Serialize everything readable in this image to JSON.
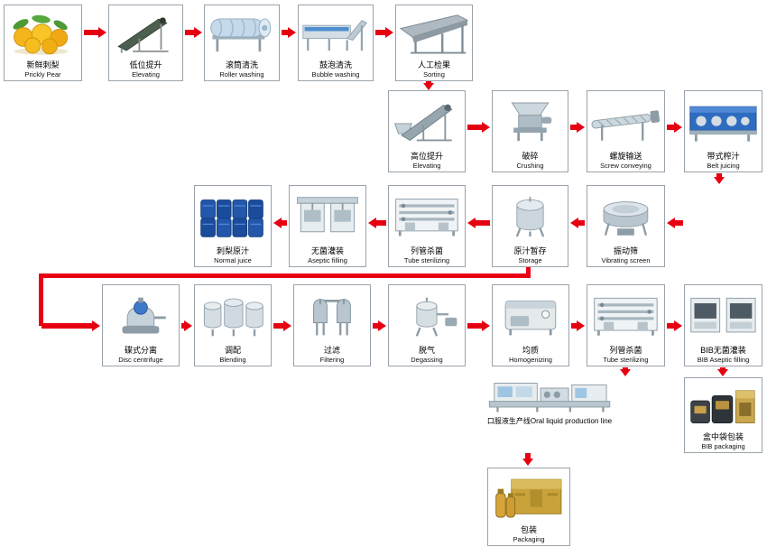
{
  "diagram": {
    "background": "#ffffff",
    "arrow_color": "#e60012",
    "box_border_color": "#9aa3ab"
  },
  "nodes": [
    {
      "id": "fresh-prickly-pear",
      "zh": "新鲜刺梨",
      "en": "Prickly Pear",
      "icon": "prickly-pear-icon"
    },
    {
      "id": "low-elevating",
      "zh": "低位提升",
      "en": "Elevating",
      "icon": "incline-conveyor-icon"
    },
    {
      "id": "roller-washing",
      "zh": "滚筒清洗",
      "en": "Roller washing",
      "icon": "roller-washer-icon"
    },
    {
      "id": "bubble-washing",
      "zh": "鼓泡清洗",
      "en": "Bubble washing",
      "icon": "bubble-washer-icon"
    },
    {
      "id": "sorting",
      "zh": "人工检果",
      "en": "Sorting",
      "icon": "sorting-conveyor-icon"
    },
    {
      "id": "high-elevating",
      "zh": "高位提升",
      "en": "Elevating",
      "icon": "hopper-elevator-icon"
    },
    {
      "id": "crushing",
      "zh": "破碎",
      "en": "Crushing",
      "icon": "crusher-icon"
    },
    {
      "id": "screw-conveying",
      "zh": "螺旋输送",
      "en": "Screw conveying",
      "icon": "screw-conveyor-icon"
    },
    {
      "id": "belt-juicing",
      "zh": "带式榨汁",
      "en": "Belt juicing",
      "icon": "belt-press-icon"
    },
    {
      "id": "vibrating-screen",
      "zh": "振动筛",
      "en": "Vibrating screen",
      "icon": "vibrating-screen-icon"
    },
    {
      "id": "storage",
      "zh": "原汁暂存",
      "en": "Storage",
      "icon": "storage-tank-icon"
    },
    {
      "id": "tube-sterilizing-1",
      "zh": "列管杀菌",
      "en": "Tube sterilizing",
      "icon": "tube-sterilizer-icon"
    },
    {
      "id": "aseptic-filling",
      "zh": "无菌灌装",
      "en": "Aseptic filling",
      "icon": "aseptic-filler-icon"
    },
    {
      "id": "normal-juice",
      "zh": "刺梨原汁",
      "en": "Normal juice",
      "icon": "blue-drums-icon"
    },
    {
      "id": "disc-centrifuge",
      "zh": "碟式分离",
      "en": "Disc centrifuge",
      "icon": "disc-separator-icon"
    },
    {
      "id": "blending",
      "zh": "调配",
      "en": "Blending",
      "icon": "blending-tanks-icon"
    },
    {
      "id": "filtering",
      "zh": "过滤",
      "en": "Filtering",
      "icon": "duplex-filter-icon"
    },
    {
      "id": "degassing",
      "zh": "脱气",
      "en": "Degassing",
      "icon": "degasser-icon"
    },
    {
      "id": "homogenizing",
      "zh": "均质",
      "en": "Homogenizing",
      "icon": "homogenizer-icon"
    },
    {
      "id": "tube-sterilizing-2",
      "zh": "列管杀菌",
      "en": "Tube sterilizing",
      "icon": "tube-sterilizer-icon"
    },
    {
      "id": "bib-aseptic-filling",
      "zh": "BIB无菌灌装",
      "en": "BIB Aseptic filling",
      "icon": "bib-filler-icon"
    },
    {
      "id": "oral-liquid-line",
      "label": "口服液生产线Oral liquid production line",
      "icon": "oral-liquid-line-icon"
    },
    {
      "id": "bib-packaging",
      "zh": "盒中袋包装",
      "en": "BIB packaging",
      "icon": "bib-packages-icon"
    },
    {
      "id": "packaging",
      "zh": "包装",
      "en": "Packaging",
      "icon": "gift-box-icon"
    }
  ],
  "edges": [
    "fresh-prickly-pear -> low-elevating",
    "low-elevating -> roller-washing",
    "roller-washing -> bubble-washing",
    "bubble-washing -> sorting",
    "sorting -> high-elevating",
    "high-elevating -> crushing",
    "crushing -> screw-conveying",
    "screw-conveying -> belt-juicing",
    "belt-juicing -> vibrating-screen",
    "vibrating-screen -> storage",
    "storage -> tube-sterilizing-1",
    "tube-sterilizing-1 -> aseptic-filling",
    "aseptic-filling -> normal-juice",
    "storage -> disc-centrifuge",
    "disc-centrifuge -> blending",
    "blending -> filtering",
    "filtering -> degassing",
    "degassing -> homogenizing",
    "homogenizing -> tube-sterilizing-2",
    "tube-sterilizing-2 -> bib-aseptic-filling",
    "tube-sterilizing-2 -> oral-liquid-line",
    "bib-aseptic-filling -> bib-packaging",
    "oral-liquid-line -> packaging"
  ]
}
